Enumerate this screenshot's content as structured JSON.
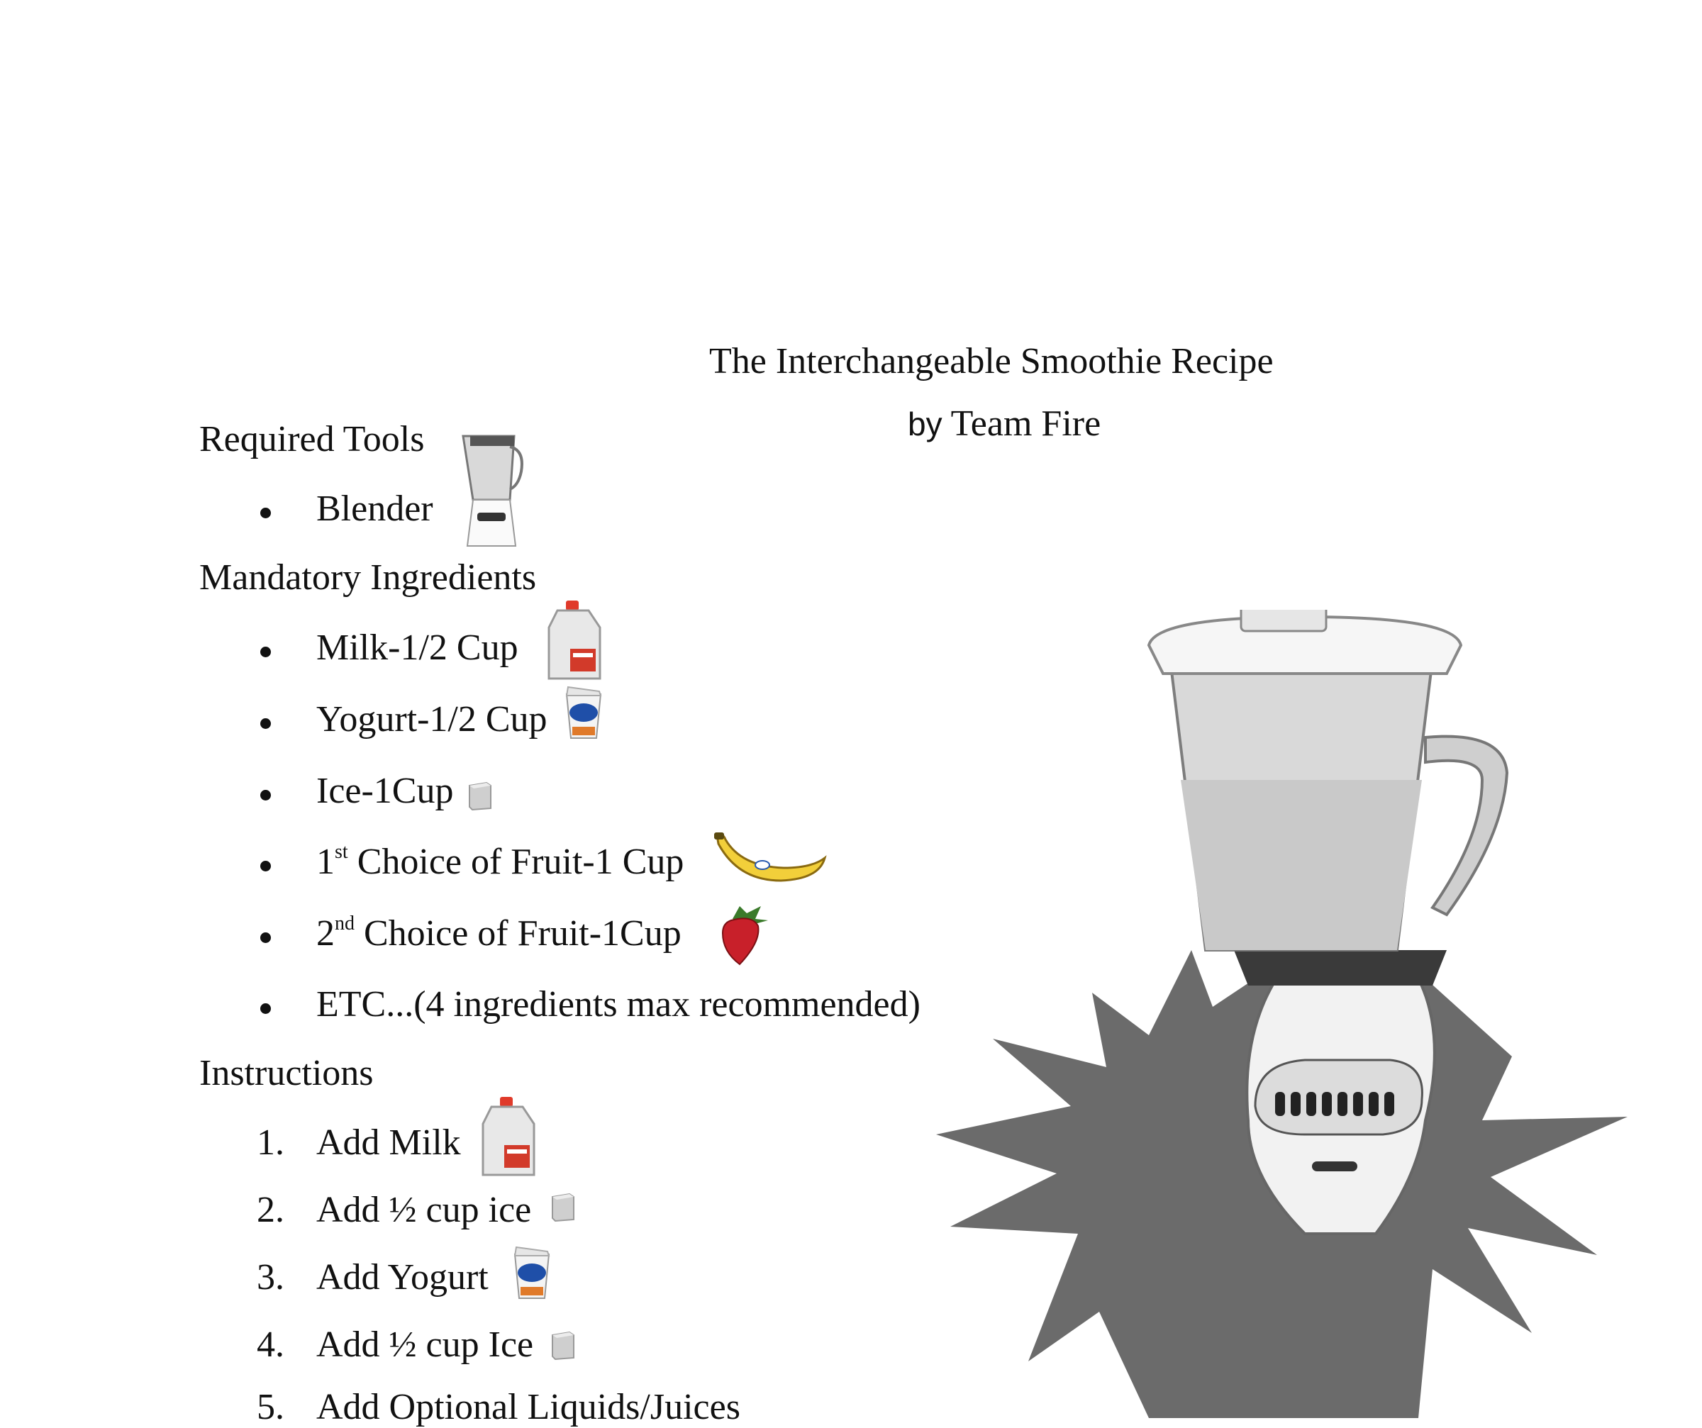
{
  "document": {
    "title": "The Interchangeable Smoothie Recipe",
    "byline_by": "by",
    "byline_name": "Team Fire"
  },
  "required_tools": {
    "heading": "Required Tools",
    "items": [
      {
        "label": "Blender",
        "icon": "blender-icon"
      }
    ]
  },
  "mandatory_ingredients": {
    "heading": "Mandatory Ingredients",
    "items": [
      {
        "label": "Milk-1/2 Cup",
        "icon": "milk-jug-icon"
      },
      {
        "label": "Yogurt-1/2 Cup",
        "icon": "yogurt-cup-icon"
      },
      {
        "label": "Ice-1Cup",
        "icon": "ice-cube-icon"
      },
      {
        "ordinal": "1",
        "ordinal_suffix": "st",
        "label": " Choice of Fruit-1 Cup",
        "icon": "banana-icon"
      },
      {
        "ordinal": "2",
        "ordinal_suffix": "nd",
        "label": " Choice of Fruit-1Cup",
        "icon": "strawberry-icon"
      },
      {
        "label": "ETC...(4 ingredients max recommended)"
      }
    ]
  },
  "instructions": {
    "heading": "Instructions",
    "steps": [
      {
        "num": "1.",
        "label": "Add Milk",
        "icon": "milk-jug-icon"
      },
      {
        "num": "2.",
        "label": "Add ½ cup ice",
        "icon": "ice-cube-icon"
      },
      {
        "num": "3.",
        "label": "Add Yogurt",
        "icon": "yogurt-cup-icon"
      },
      {
        "num": "4.",
        "label": "Add ½ cup Ice",
        "icon": "ice-cube-icon"
      },
      {
        "num": "5.",
        "label": "Add Optional Liquids/Juices"
      }
    ]
  },
  "illustration": {
    "icon": "blender-starburst-illustration"
  },
  "colors": {
    "starburst": "#6b6b6b",
    "text": "#111111",
    "milk_label": "#d23a2a",
    "yogurt_blue": "#1f4fa8",
    "banana": "#f2cf3a",
    "strawberry": "#c8202a"
  }
}
